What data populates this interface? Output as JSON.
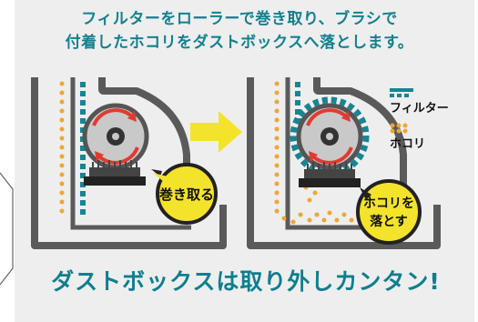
{
  "header": {
    "line1": "フィルターをローラーで巻き取り、ブラシで",
    "line2": "付着したホコリをダストボックスへ落とします。"
  },
  "legend": {
    "filter_label": "フィルター",
    "dust_label": "ホコリ"
  },
  "bubbles": {
    "roll_up": "巻き取る",
    "drop_dust_line1": "ホコリを",
    "drop_dust_line2": "落とす"
  },
  "footer": {
    "text": "ダストボックスは取り外しカンタン!"
  },
  "colors": {
    "teal": "#168594",
    "dust_orange": "#f2a531",
    "arrow_yellow": "#f4e32b",
    "bubble_yellow": "#f4e32b",
    "rotation_red": "#e13b30",
    "housing_gray": "#555555"
  }
}
